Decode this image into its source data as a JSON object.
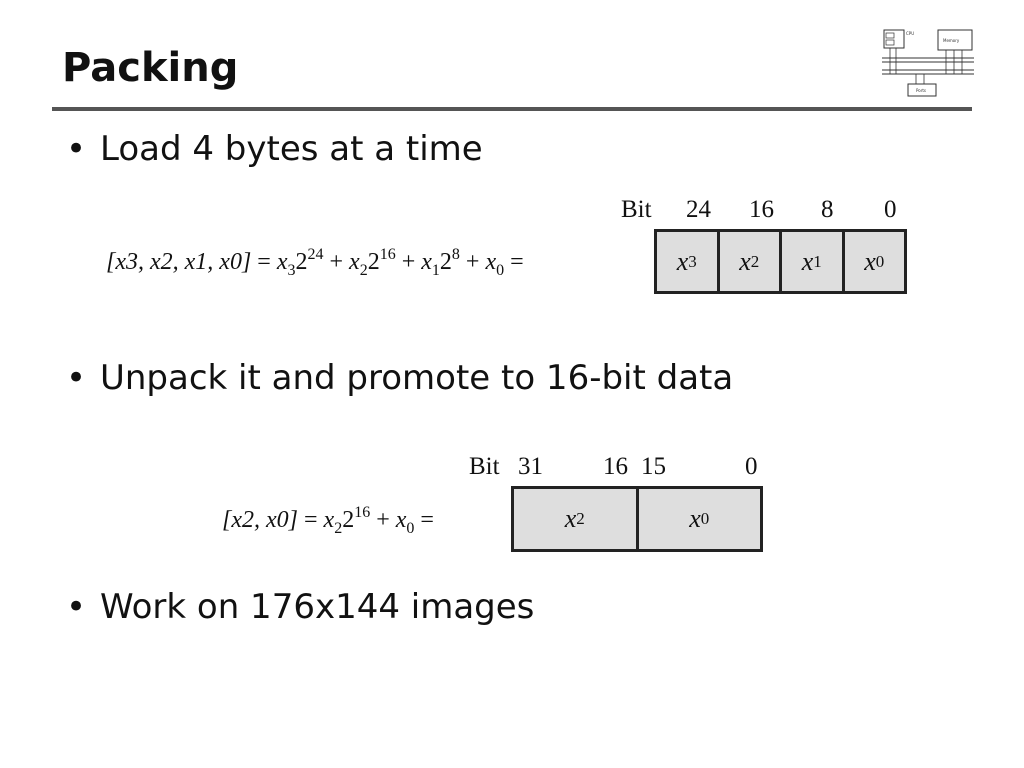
{
  "slide": {
    "title": "Packing"
  },
  "bullets": [
    {
      "text": "Load 4 bytes at a time"
    },
    {
      "text": "Unpack it and promote to 16-bit data"
    },
    {
      "text": "Work on 176x144 images"
    }
  ],
  "diagram1": {
    "bit_caption": "Bit",
    "bit_numbers": [
      "24",
      "16",
      "8",
      "0"
    ],
    "equation": {
      "lhs": "[x3, x2, x1, x0]",
      "eq_sign": "=",
      "terms": [
        {
          "var": "x",
          "sub": "3",
          "base": "2",
          "exp": "24",
          "op": "+"
        },
        {
          "var": "x",
          "sub": "2",
          "base": "2",
          "exp": "16",
          "op": "+"
        },
        {
          "var": "x",
          "sub": "1",
          "base": "2",
          "exp": "8",
          "op": "+"
        },
        {
          "var": "x",
          "sub": "0",
          "base": "",
          "exp": "",
          "op": "="
        }
      ]
    },
    "cells": [
      {
        "var": "x",
        "sub": "3"
      },
      {
        "var": "x",
        "sub": "2"
      },
      {
        "var": "x",
        "sub": "1"
      },
      {
        "var": "x",
        "sub": "0"
      }
    ]
  },
  "diagram2": {
    "bit_caption": "Bit",
    "bit_numbers": [
      "31",
      "16",
      "15",
      "0"
    ],
    "equation": {
      "lhs": "[x2, x0]",
      "eq_sign": "=",
      "terms": [
        {
          "var": "x",
          "sub": "2",
          "base": "2",
          "exp": "16",
          "op": "+"
        },
        {
          "var": "x",
          "sub": "0",
          "base": "",
          "exp": "",
          "op": "="
        }
      ]
    },
    "cells": [
      {
        "var": "x",
        "sub": "2"
      },
      {
        "var": "x",
        "sub": "0"
      }
    ]
  },
  "logo": {
    "icon": "computer-architecture-diagram-icon",
    "labels": [
      "CPU",
      "Memory",
      "Ports"
    ]
  },
  "colors": {
    "rule": "#555555",
    "cell_fill": "#dedede",
    "cell_border": "#222222"
  }
}
